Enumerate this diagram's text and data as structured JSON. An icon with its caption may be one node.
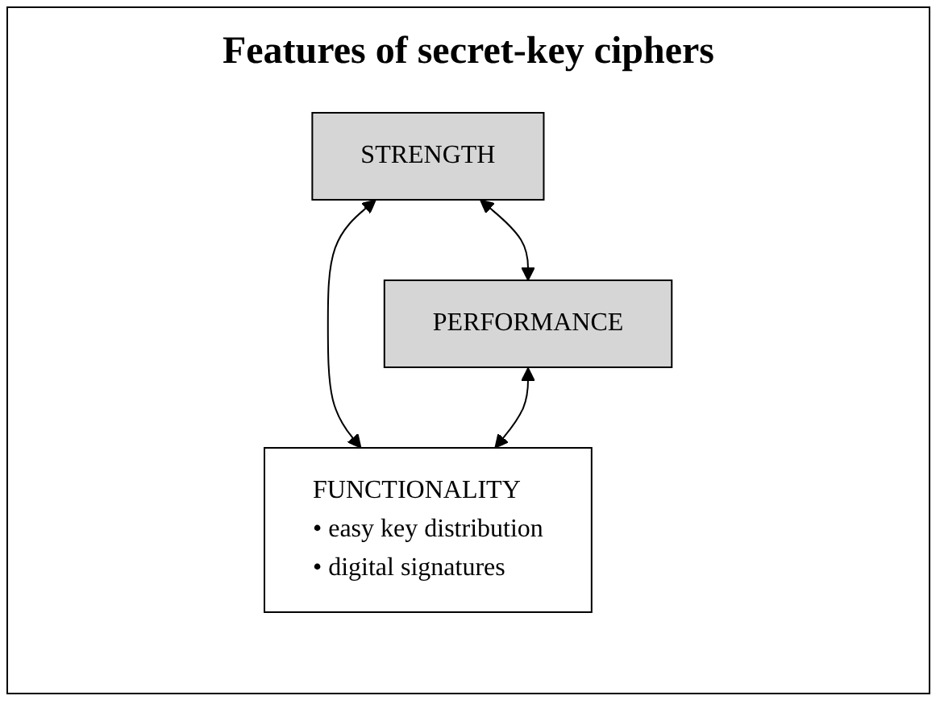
{
  "diagram": {
    "title": "Features of secret-key ciphers",
    "nodes": [
      {
        "text": [
          "STRENGTH"
        ]
      },
      {
        "text": [
          "PERFORMANCE"
        ]
      },
      {
        "text": [
          "FUNCTIONALITY",
          "• easy key distribution",
          "• digital signatures"
        ]
      }
    ],
    "edges": [
      {
        "from": 0,
        "to": 1,
        "arrow": "both"
      },
      {
        "from": 0,
        "to": 2,
        "arrow": "both"
      },
      {
        "from": 1,
        "to": 2,
        "arrow": "both"
      }
    ]
  }
}
